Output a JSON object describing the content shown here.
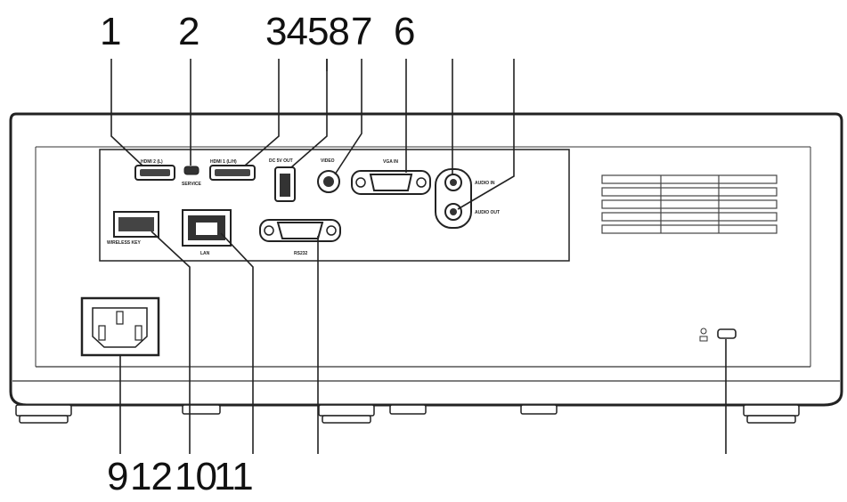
{
  "callouts_top": [
    {
      "id": "c1",
      "text": "1"
    },
    {
      "id": "c2",
      "text": "2"
    },
    {
      "id": "c345",
      "text": "3458"
    },
    {
      "id": "c7",
      "text": "7"
    },
    {
      "id": "c6",
      "text": "6"
    }
  ],
  "callouts_bottom": [
    {
      "id": "b9",
      "text": "9"
    },
    {
      "id": "b12",
      "text": "12"
    },
    {
      "id": "b10",
      "text": "10"
    },
    {
      "id": "b11",
      "text": "11"
    }
  ],
  "port_labels": {
    "hdmi2": "HDMI 2 (L)",
    "service": "SERVICE",
    "hdmi1": "HDMI 1 (L/H)",
    "dc_out": "DC 5V OUT",
    "video": "VIDEO",
    "vga_in": "VGA IN",
    "audio_in": "AUDIO IN",
    "audio_out": "AUDIO OUT",
    "usb_wireless": "WIRELESS KEY",
    "lan": "LAN",
    "rs232": "RS232"
  }
}
